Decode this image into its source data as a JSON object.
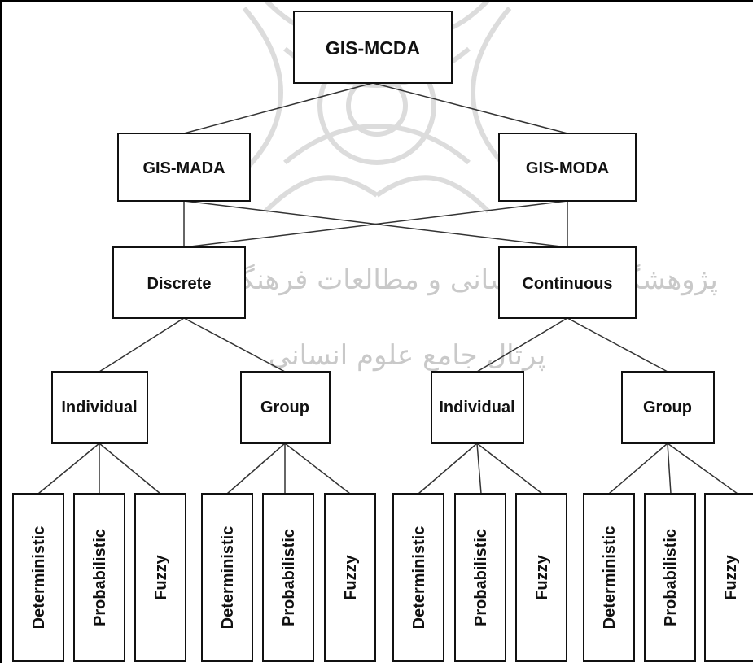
{
  "root": {
    "label": "GIS-MCDA"
  },
  "approaches": [
    {
      "label": "GIS-MADA"
    },
    {
      "label": "GIS-MODA"
    }
  ],
  "spaces": [
    {
      "label": "Discrete"
    },
    {
      "label": "Continuous"
    }
  ],
  "decision_makers": [
    {
      "label": "Individual"
    },
    {
      "label": "Group"
    },
    {
      "label": "Individual"
    },
    {
      "label": "Group"
    }
  ],
  "uncertainty_types": [
    {
      "label": "Deterministic"
    },
    {
      "label": "Probabilistic"
    },
    {
      "label": "Fuzzy"
    },
    {
      "label": "Deterministic"
    },
    {
      "label": "Probabilistic"
    },
    {
      "label": "Fuzzy"
    },
    {
      "label": "Deterministic"
    },
    {
      "label": "Probabilistic"
    },
    {
      "label": "Fuzzy"
    },
    {
      "label": "Deterministic"
    },
    {
      "label": "Probabilistic"
    },
    {
      "label": "Fuzzy"
    }
  ],
  "watermark": {
    "line1": "پژوهشگاه علوم انسانی و مطالعات فرهنگی",
    "line2": "پرتال جامع علوم انسانی"
  }
}
